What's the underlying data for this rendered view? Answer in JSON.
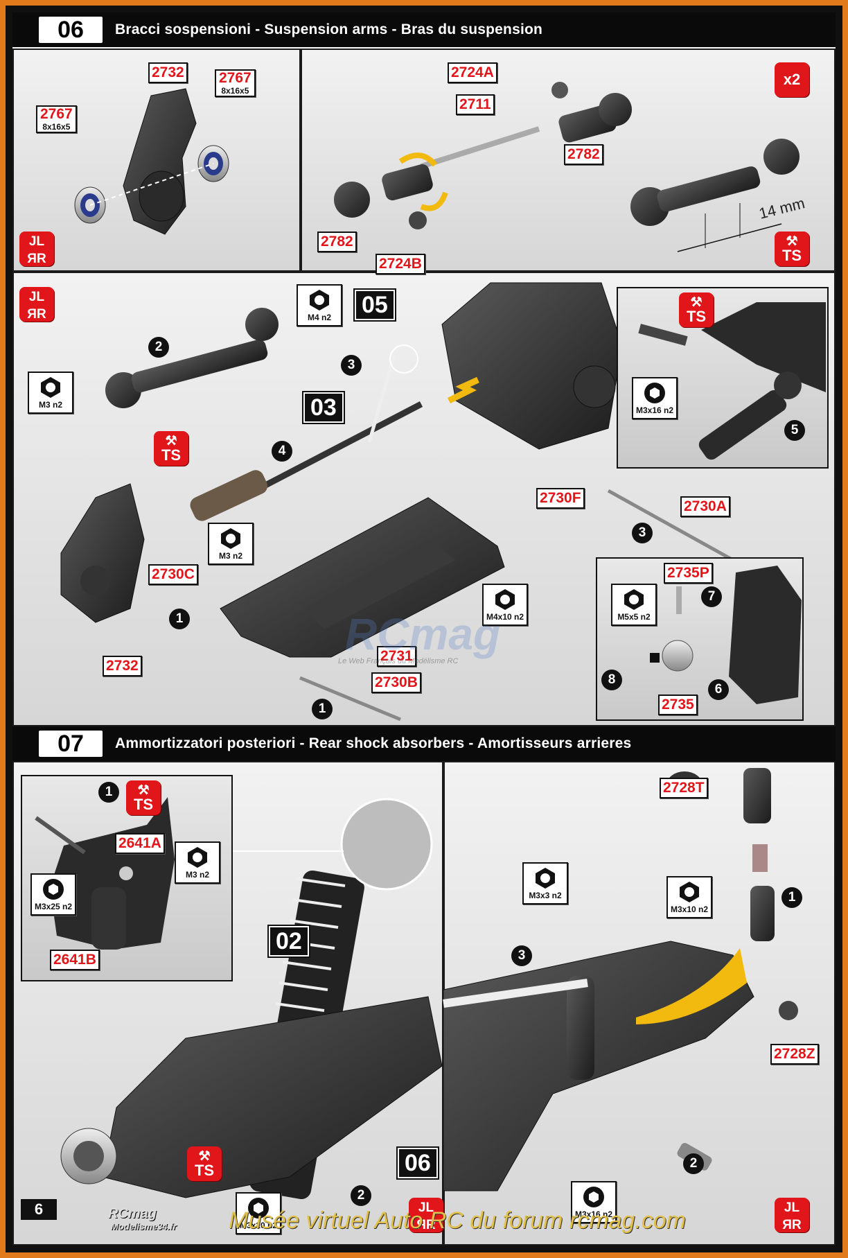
{
  "page_number": "6",
  "steps": {
    "s06": {
      "num": "06",
      "title": "Bracci sospensioni - Suspension arms - Bras du suspension"
    },
    "s07": {
      "num": "07",
      "title": "Ammortizzatori posteriori - Rear shock absorbers - Amortisseurs arrieres"
    }
  },
  "badges": {
    "x2": "x2",
    "ts": "TS",
    "lr_top": "JL",
    "lr_bottom": "ЯR"
  },
  "refs": {
    "r05": "05",
    "r03": "03",
    "r02": "02",
    "r06": "06"
  },
  "dimension": "14 mm",
  "hub": {
    "part_2732": "2732",
    "bearing_left": {
      "code": "2767",
      "size": "8x16x5"
    },
    "bearing_right": {
      "code": "2767",
      "size": "8x16x5"
    }
  },
  "turnbuckle": {
    "p2724A": "2724A",
    "p2711": "2711",
    "p2782_top": "2782",
    "p2782_bottom": "2782",
    "p2724B": "2724B"
  },
  "arm_assembly": {
    "hw_m4": "M4 n2",
    "hw_m3_a": "M3 n2",
    "hw_m3_b": "M3 n2",
    "hw_m4x10": "M4x10 n2",
    "hw_m3x16": "M3x16 n2",
    "p2730F": "2730F",
    "p2730A": "2730A",
    "p2730C": "2730C",
    "p2732": "2732",
    "p2731": "2731",
    "p2730B": "2730B",
    "steps": [
      "1",
      "2",
      "3",
      "4",
      "5",
      "1",
      "3"
    ]
  },
  "hex_detail": {
    "p2735P": "2735P",
    "hw_m5x5": "M5x5 n2",
    "p2735": "2735",
    "steps": [
      "7",
      "8",
      "6"
    ]
  },
  "shock_inset": {
    "p2641A": "2641A",
    "p2641B": "2641B",
    "hw_m3x25": "M3x25 n2",
    "hw_m3": "M3 n2",
    "step": "1"
  },
  "shock_main": {
    "hw_m3x20": "M3x20 n2",
    "step": "2"
  },
  "shock_detail": {
    "p2728T": "2728T",
    "p2728Z": "2728Z",
    "hw_m3x3": "M3x3 n2",
    "hw_m3x10": "M3x10 n2",
    "hw_m3x16": "M3x16 n2",
    "steps": [
      "1",
      "3",
      "2"
    ]
  },
  "watermarks": {
    "rcmag": "RCmag",
    "rcmag_sub": "Le Web Français du Modélisme RC",
    "museum": "Musée virtuel  Auto RC du forum rcmag.com",
    "rcmag_small": "RCmag",
    "site": "Modelisme34.fr"
  },
  "icons": [
    "hex-nut-icon",
    "socket-head-icon",
    "wrench-icon",
    "arrow-icon"
  ],
  "colors": {
    "accent_red": "#e1161b",
    "header": "#0a0a0a",
    "border_orange": "#e07a1a",
    "arrow_yellow": "#f2b90f"
  }
}
